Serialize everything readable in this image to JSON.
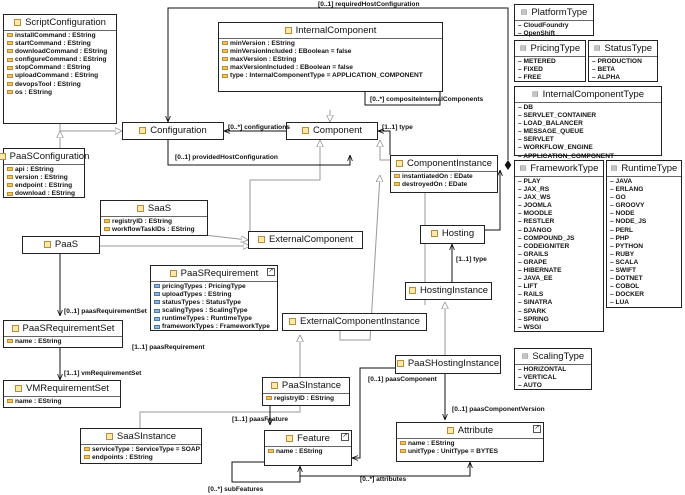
{
  "classes": {
    "script_configuration": {
      "name": "ScriptConfiguration",
      "attributes": [
        "installCommand : EString",
        "startCommand : EString",
        "downloadCommand : EString",
        "configureCommand : EString",
        "stopCommand : EString",
        "uploadCommand : EString",
        "devopsTool : EString",
        "os : EString"
      ]
    },
    "paas_configuration": {
      "name": "PaaSConfiguration",
      "attributes": [
        "api : EString",
        "version : EString",
        "endpoint : EString",
        "download : EString"
      ]
    },
    "internal_component": {
      "name": "InternalComponent",
      "attributes": [
        "minVersion : EString",
        "minVersionIncluded : EBoolean = false",
        "maxVersion : EString",
        "maxVersionIncluded : EBoolean = false",
        "type : InternalComponentType = APPLICATION_COMPONENT"
      ]
    },
    "configuration": {
      "name": "Configuration"
    },
    "component": {
      "name": "Component"
    },
    "component_instance": {
      "name": "ComponentInstance",
      "attributes": [
        "instantiatedOn : EDate",
        "destroyedOn : EDate"
      ]
    },
    "saas": {
      "name": "SaaS",
      "attributes": [
        "registryID : EString",
        "workflowTaskIDs : EString"
      ]
    },
    "paas": {
      "name": "PaaS"
    },
    "external_component": {
      "name": "ExternalComponent"
    },
    "hosting": {
      "name": "Hosting"
    },
    "hosting_instance": {
      "name": "HostingInstance"
    },
    "paas_requirement": {
      "name": "PaaSRequirement",
      "attributes": [
        "pricingTypes : PricingType",
        "uploadTypes : EString",
        "statusTypes : StatusType",
        "scalingTypes : ScalingType",
        "runtimeTypes : RuntimeType",
        "frameworkTypes : FrameworkType"
      ]
    },
    "paas_requirement_set": {
      "name": "PaaSRequirementSet",
      "attributes": [
        "name : EString"
      ]
    },
    "vm_requirement_set": {
      "name": "VMRequirementSet",
      "attributes": [
        "name : EString"
      ]
    },
    "external_component_instance": {
      "name": "ExternalComponentInstance"
    },
    "paas_instance": {
      "name": "PaaSInstance",
      "attributes": [
        "registryID : EString"
      ]
    },
    "paas_hosting_instance": {
      "name": "PaaSHostingInstance"
    },
    "saas_instance": {
      "name": "SaaSInstance",
      "attributes": [
        "serviceType : ServiceType = SOAP",
        "endpoints : EString"
      ]
    },
    "feature": {
      "name": "Feature",
      "attributes": [
        "name : EString"
      ]
    },
    "attribute": {
      "name": "Attribute",
      "attributes": [
        "name : EString",
        "unitType : UnitType = BYTES"
      ]
    }
  },
  "enums": {
    "platform_type": {
      "name": "PlatformType",
      "literals": [
        "CloudFoundry",
        "OpenShift"
      ]
    },
    "pricing_type": {
      "name": "PricingType",
      "literals": [
        "METERED",
        "FIXED",
        "FREE"
      ]
    },
    "status_type": {
      "name": "StatusType",
      "literals": [
        "PRODUCTION",
        "BETA",
        "ALPHA"
      ]
    },
    "internal_component_type": {
      "name": "InternalComponentType",
      "literals": [
        "DB",
        "SERVLET_CONTAINER",
        "LOAD_BALANCER",
        "MESSAGE_QUEUE",
        "SERVLET",
        "WORKFLOW_ENGINE",
        "APPLICATION_COMPONENT"
      ]
    },
    "framework_type": {
      "name": "FrameworkType",
      "literals": [
        "PLAY",
        "JAX_RS",
        "JAX_WS",
        "JOOMLA",
        "MOODLE",
        "RESTLER",
        "DJANGO",
        "COMPOUND_JS",
        "CODEIGNITER",
        "GRAILS",
        "GRAPE",
        "HIBERNATE",
        "JAVA_EE",
        "LIFT",
        "RAILS",
        "SINATRA",
        "SPARK",
        "SPRING",
        "WSGI"
      ]
    },
    "runtime_type": {
      "name": "RuntimeType",
      "literals": [
        "JAVA",
        "ERLANG",
        "GO",
        "GROOVY",
        "NODE",
        "NODE_JS",
        "PERL",
        "PHP",
        "PYTHON",
        "RUBY",
        "SCALA",
        "SWIFT",
        "DOTNET",
        "COBOL",
        "DOCKER",
        "LUA"
      ]
    },
    "scaling_type": {
      "name": "ScalingType",
      "literals": [
        "HORIZONTAL",
        "VERTICAL",
        "AUTO"
      ]
    }
  },
  "labels": {
    "required_host_configuration": "[0..1] requiredHostConfiguration",
    "composite_internal_components": "[0..*] compositeInternalComponents",
    "configurations": "[0..*] configurations",
    "type_component": "[1..1] type",
    "provided_host_configuration": "[0..1] providedHostConfiguration",
    "type_hosting": "[1..1] type",
    "paas_requirement_set": "[0..1] paasRequirementSet",
    "vm_requirement_set": "[1..1] vmRequirementSet",
    "paas_requirement": "[1..1] paasRequirement",
    "paas_component": "[0..1] paasComponent",
    "paas_feature": "[1..1] paasFeature",
    "paas_component_version": "[0..1] paasComponentVersion",
    "sub_features": "[0..*] subFeatures",
    "attributes": "[0..*] attributes"
  }
}
